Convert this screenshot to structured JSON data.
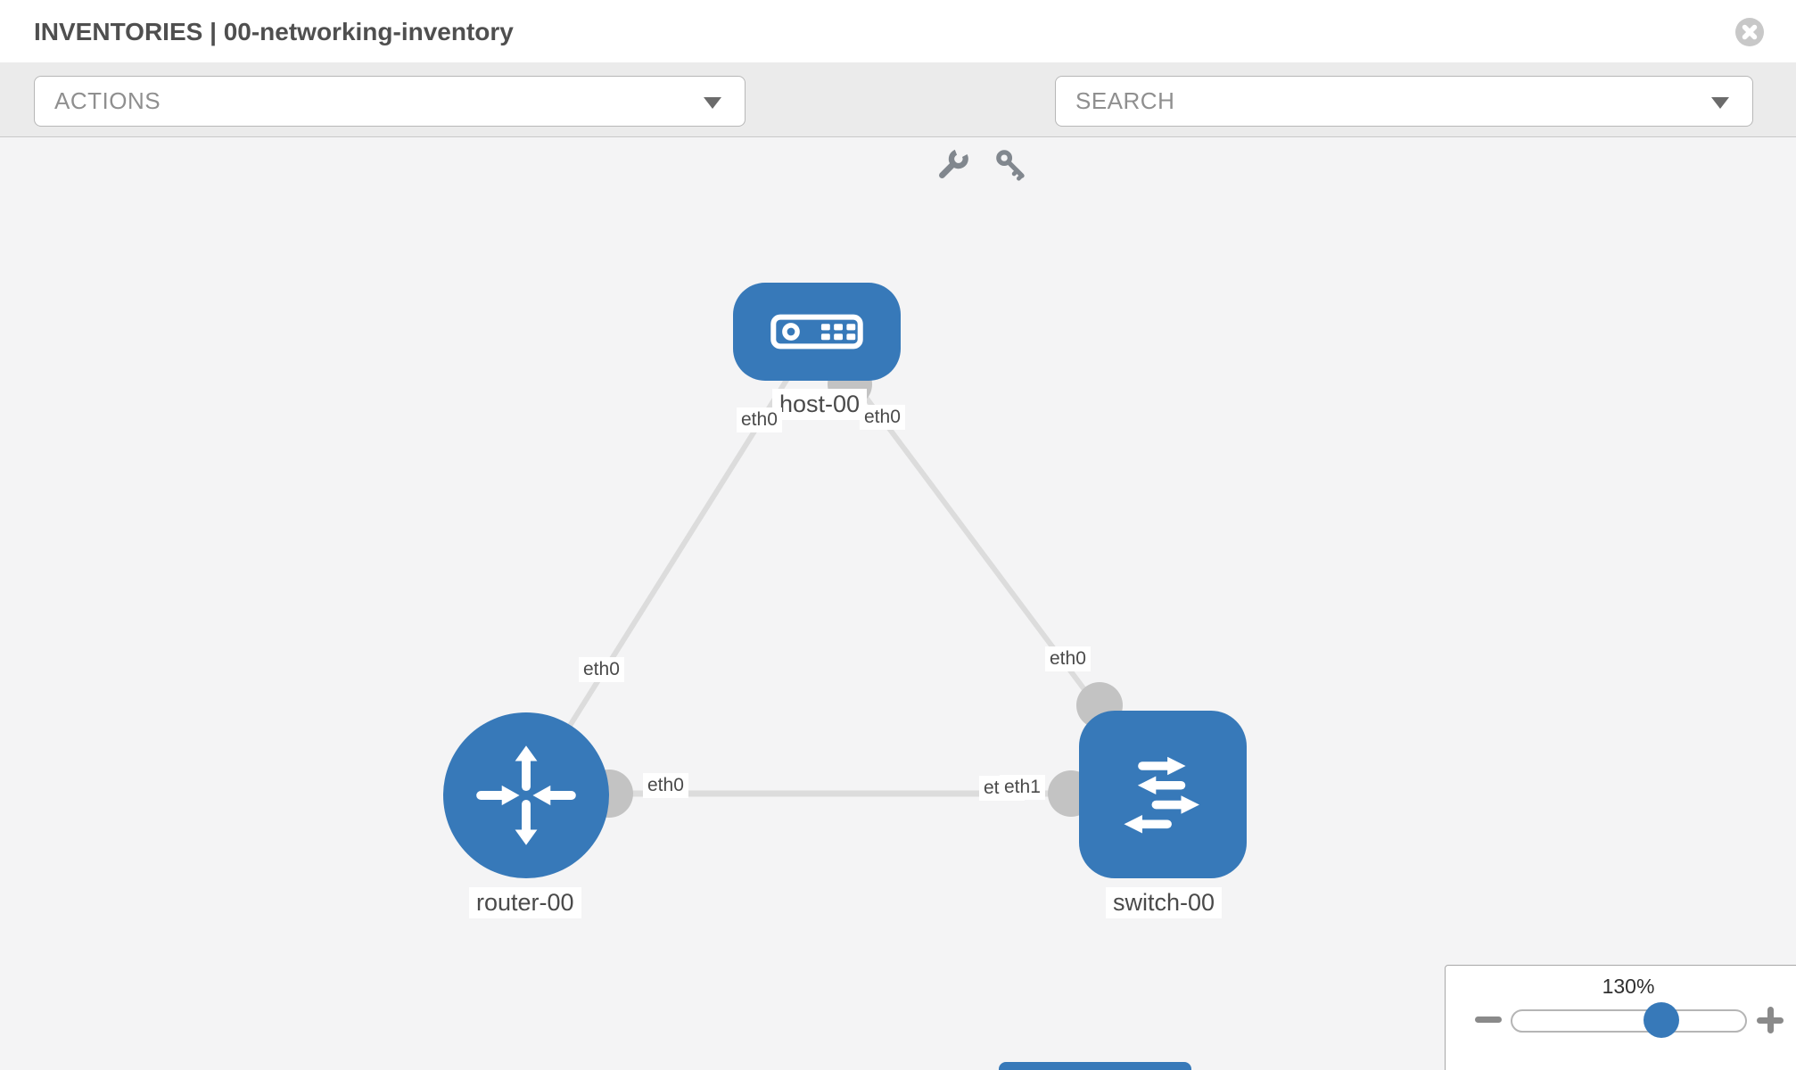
{
  "header": {
    "title": "INVENTORIES | 00-networking-inventory"
  },
  "toolbar": {
    "actions_label": "ACTIONS",
    "search_placeholder": "SEARCH",
    "icons": [
      "wrench-icon",
      "key-icon"
    ]
  },
  "graph": {
    "nodes": [
      {
        "label": "host-00",
        "type": "host"
      },
      {
        "label": "router-00",
        "type": "router"
      },
      {
        "label": "switch-00",
        "type": "switch"
      }
    ],
    "edges": [
      {
        "from": "host-00",
        "to": "router-00"
      },
      {
        "from": "host-00",
        "to": "switch-00"
      },
      {
        "from": "router-00",
        "to": "switch-00"
      }
    ],
    "interface_labels": {
      "host_left": "eth0",
      "host_right": "eth0",
      "host_router_edge": "eth0",
      "host_switch_edge": "eth0",
      "router_right": "eth0",
      "switch_bottom_under": "eth0",
      "switch_bottom": "eth1"
    }
  },
  "zoom_control": {
    "value": "130%"
  },
  "colors": {
    "node_blue": "#3779b9",
    "edge_gray": "#dcdcdc",
    "connector_gray": "#c3c3c3",
    "toolbar_bg": "#ebebeb"
  }
}
